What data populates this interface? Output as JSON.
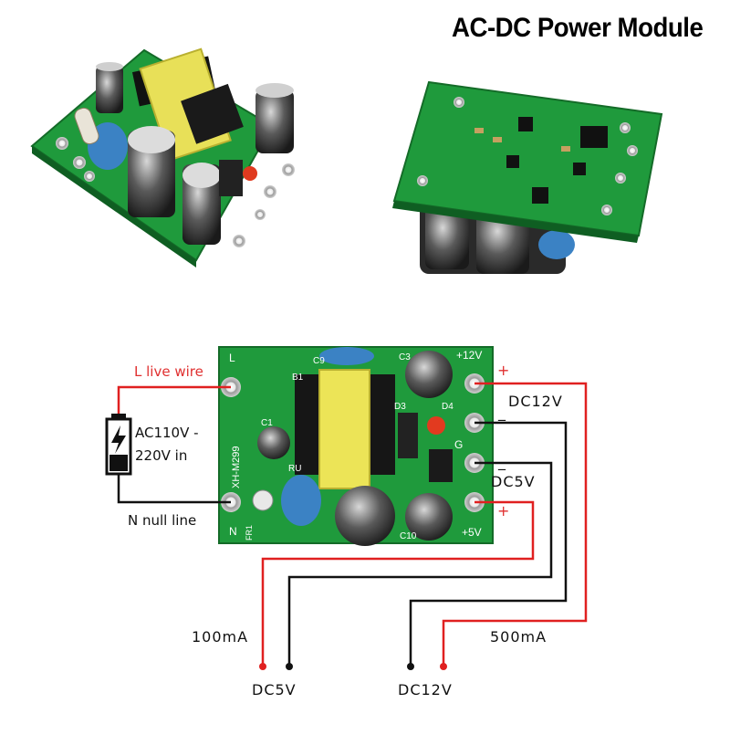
{
  "title": "AC-DC Power Module",
  "labels": {
    "live": "L live wire",
    "ac_in_line1": "AC110V -",
    "ac_in_line2": "220V in",
    "null_line": "N null line",
    "dc12_top": "DC12V",
    "dc5_mid": "DC5V",
    "plus": "+",
    "minus": "_",
    "current_5v": "100mA",
    "current_12v": "500mA",
    "out_5v": "DC5V",
    "out_12v": "DC12V"
  },
  "pcb_silk": {
    "l": "L",
    "n": "N",
    "plus12": "+12V",
    "plus5": "+5V",
    "g": "G",
    "c9": "C9",
    "c3": "C3",
    "c1": "C1",
    "b1": "B1",
    "d3": "D3",
    "d4": "D4",
    "c10": "C10",
    "ru": "RU",
    "model": "XH-M299",
    "fr1": "FR1"
  },
  "colors": {
    "pcb": "#1f9a3c",
    "wire_red": "#e02020",
    "wire_black": "#111111",
    "label_red": "#e03030"
  }
}
